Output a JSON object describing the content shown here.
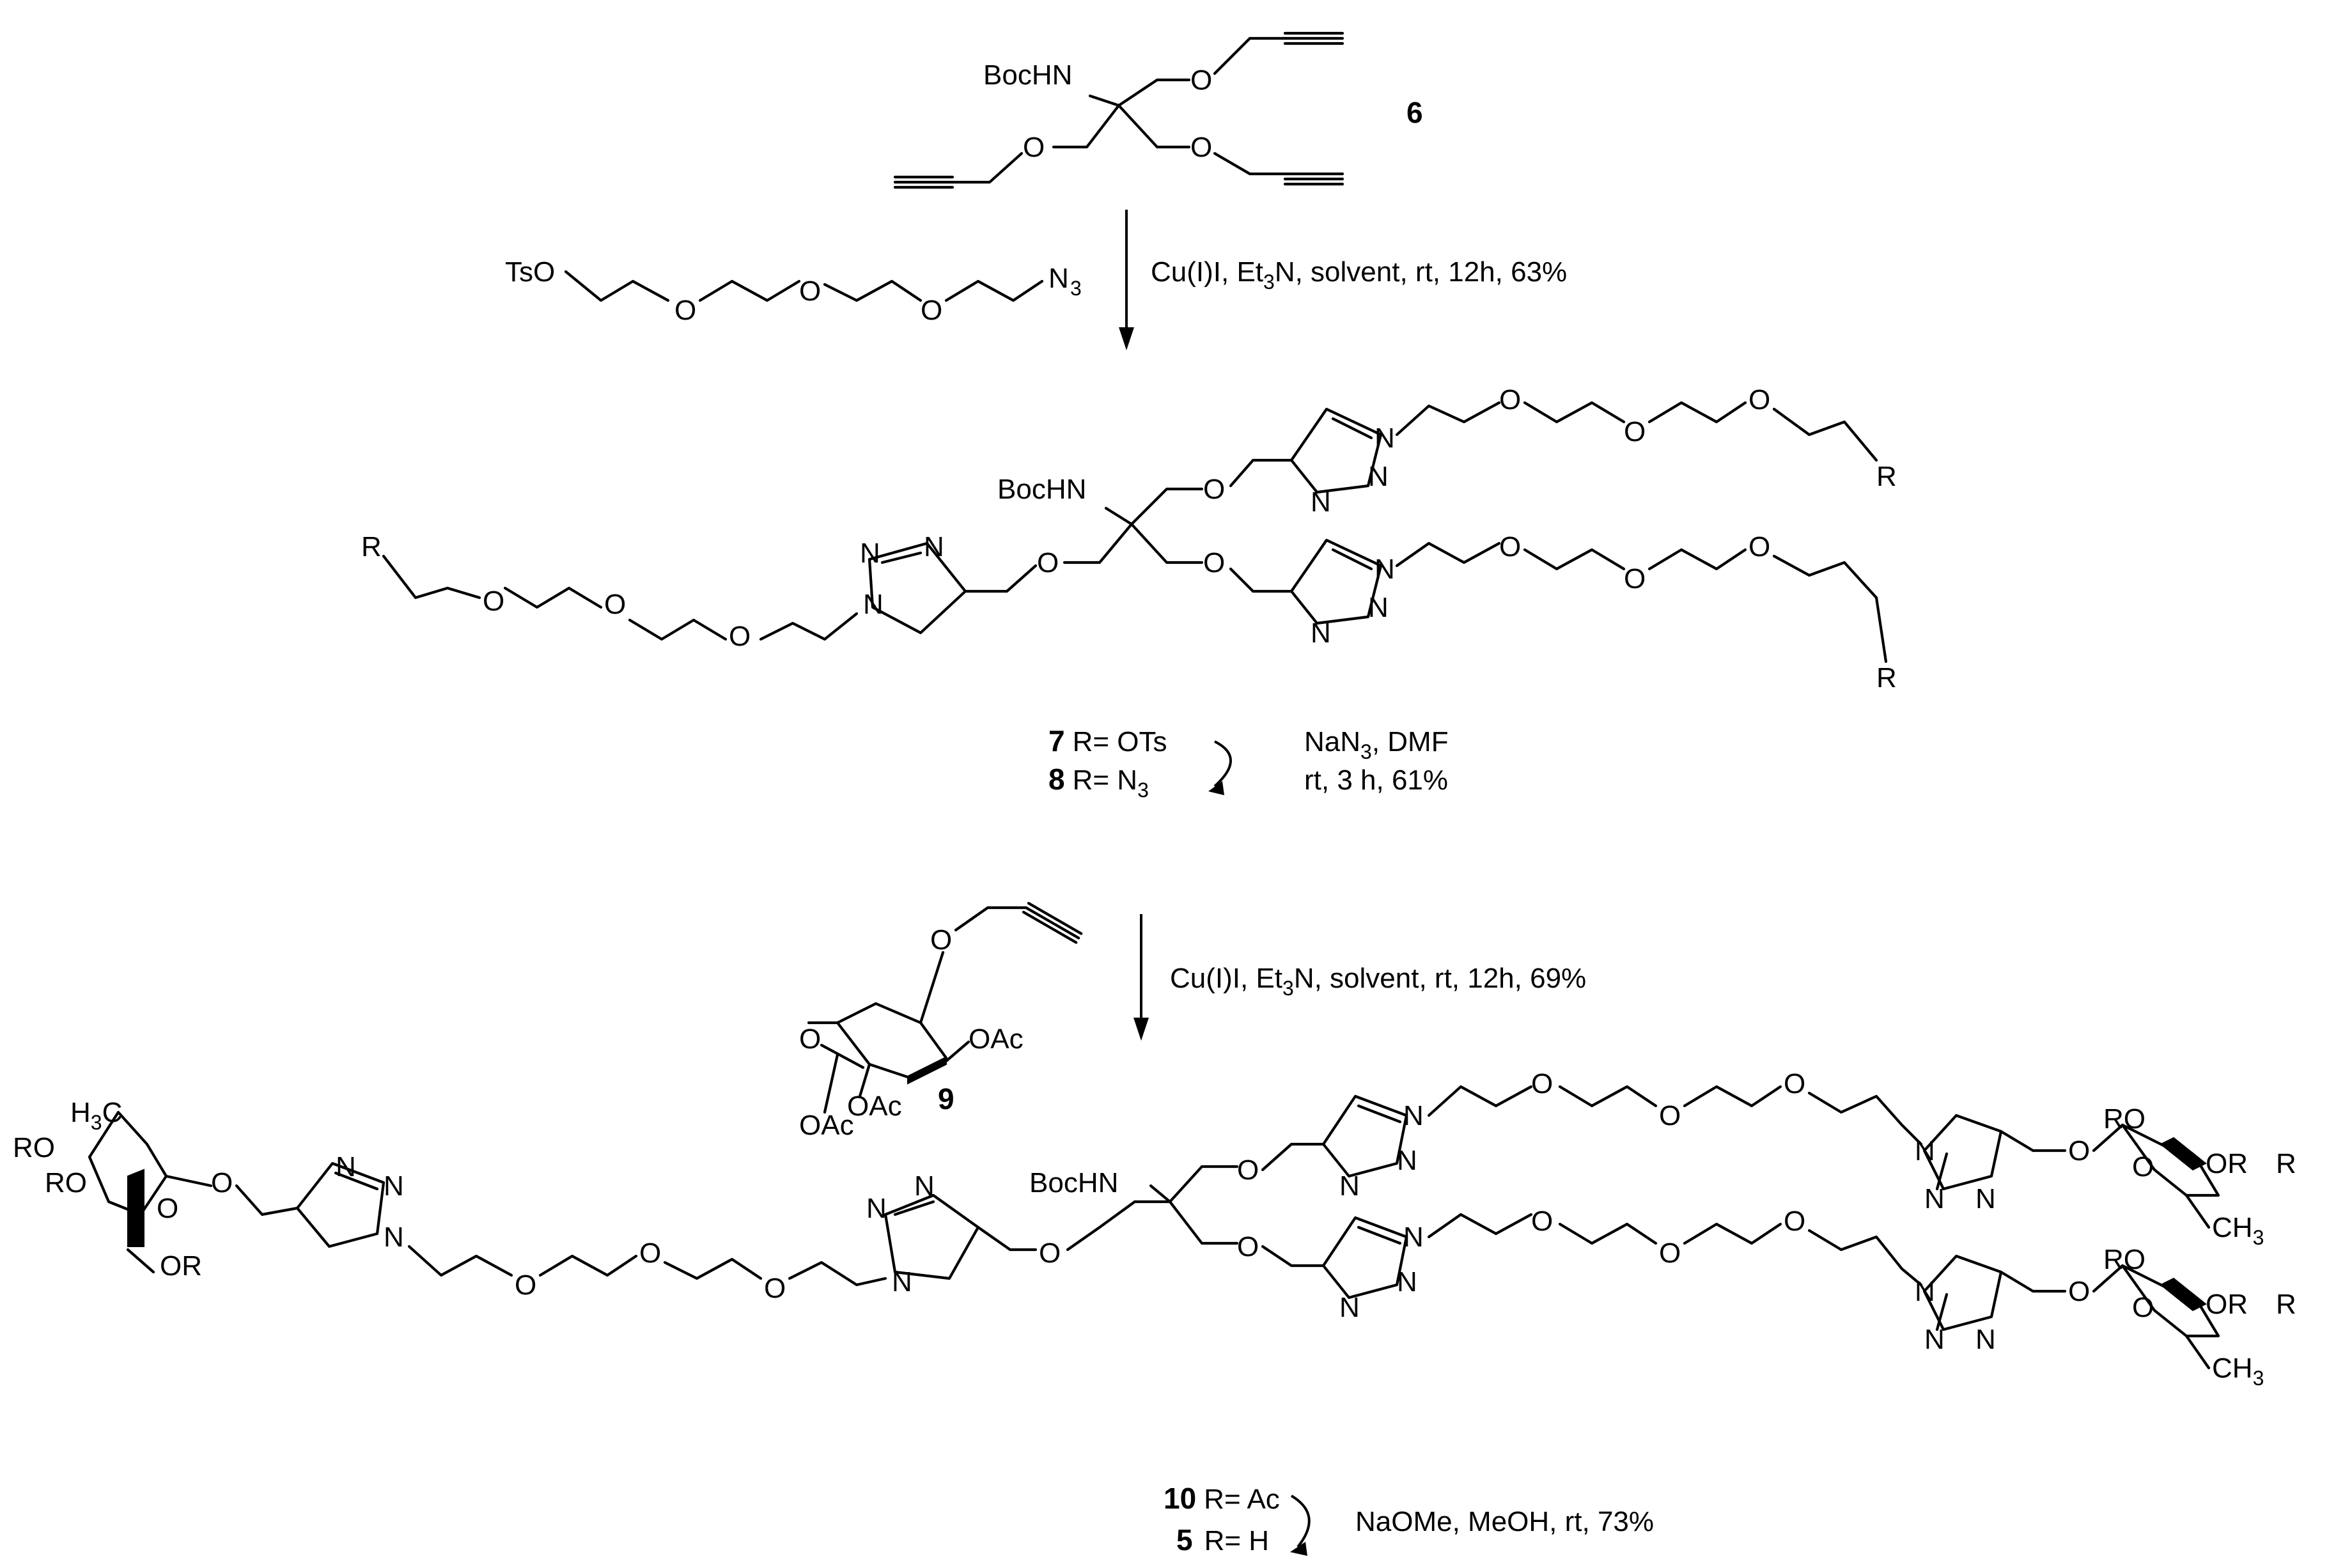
{
  "labels": {
    "bochn": "BocHN",
    "o": "O",
    "tso": "TsO",
    "n_azide": "N",
    "sub3": "3",
    "r": "R",
    "n": "N",
    "h3c": "H3C",
    "h3": "H",
    "ch3": "CH",
    "ro": "RO",
    "or": "OR",
    "oac": "OAc",
    "eq": "="
  },
  "compounds": {
    "c6": "6",
    "c7": "7",
    "c8": "8",
    "c9": "9",
    "c10": "10",
    "c5": "5"
  },
  "compound_text": {
    "r_ots": "R= OTs",
    "r_n3": "R= N",
    "r_ac": "R= Ac",
    "r_h": "R= H"
  },
  "conditions": {
    "step1_a": "Cu(I)I, Et",
    "step1_sub": "3",
    "step1_b": "N, solvent, rt, 12h, 63%",
    "step2_a": "NaN",
    "step2_sub": "3",
    "step2_b": ", DMF",
    "step2_line2": "rt, 3 h, 61%",
    "step3_a": "Cu(I)I, Et",
    "step3_sub": "3",
    "step3_b": "N, solvent, rt, 12h, 69%",
    "step4": "NaOMe, MeOH, rt, 73%"
  }
}
